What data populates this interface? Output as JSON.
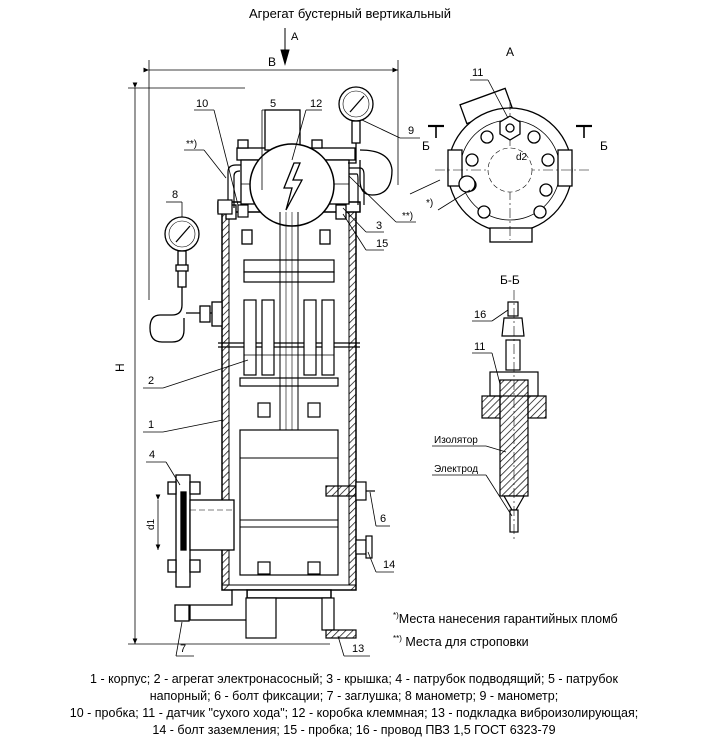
{
  "title": "Агрегат бустерный вертикальный",
  "view_labels": {
    "arrow_a": "А",
    "view_a": "А",
    "section_bb": "Б-Б",
    "cut_left": "Б",
    "cut_right": "Б"
  },
  "dimensions": {
    "width": "В",
    "height": "Н",
    "d1": "d1",
    "d2": "d2"
  },
  "callouts": [
    "1",
    "2",
    "3",
    "4",
    "5",
    "6",
    "7",
    "8",
    "9",
    "10",
    "11",
    "12",
    "13",
    "14",
    "15",
    "16",
    "11"
  ],
  "marks": {
    "double_star": "**)",
    "single_star": "*)"
  },
  "section_labels": {
    "insulator": "Изолятор",
    "electrode": "Электрод"
  },
  "notes": [
    {
      "mark": "*)",
      "text": "Места нанесения гарантийных пломб"
    },
    {
      "mark": "**)",
      "text": " Места для строповки"
    }
  ],
  "legend_lines": [
    "1 - корпус; 2 - агрегат электронасосный; 3 - крышка; 4 - патрубок подводящий; 5 - патрубок",
    "напорный; 6 - болт фиксации; 7 - заглушка; 8 манометр; 9 - манометр;",
    "10 - пробка; 11 - датчик \"сухого хода\"; 12 - коробка клеммная; 13 - подкладка  виброизолирующая;",
    "14 - болт заземления; 15 - пробка; 16 - провод  ПВЗ 1,5  ГОСТ 6323-79"
  ]
}
